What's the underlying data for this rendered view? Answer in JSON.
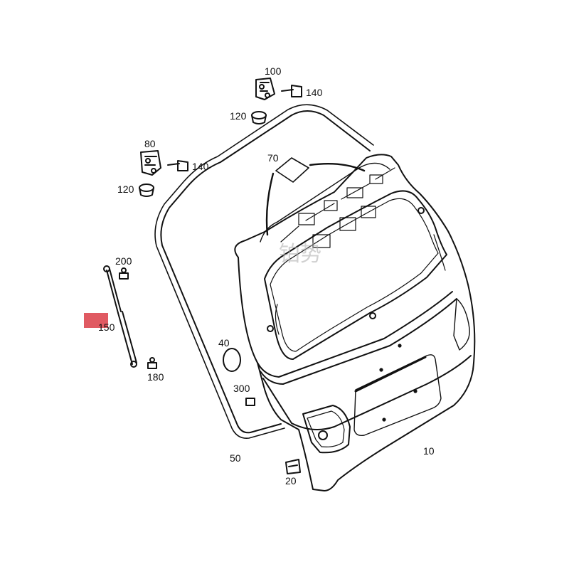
{
  "diagram": {
    "callouts": {
      "p10": "10",
      "p20": "20",
      "p40": "40",
      "p50": "50",
      "p70": "70",
      "p80": "80",
      "p100": "100",
      "p120_top": "120",
      "p120_left": "120",
      "p140_top": "140",
      "p140_left": "140",
      "p150": "150",
      "p180": "180",
      "p200": "200",
      "p300": "300"
    },
    "watermark": "铂势",
    "colors": {
      "line": "#111111",
      "marker": "#e05a62",
      "background": "#ffffff"
    }
  }
}
